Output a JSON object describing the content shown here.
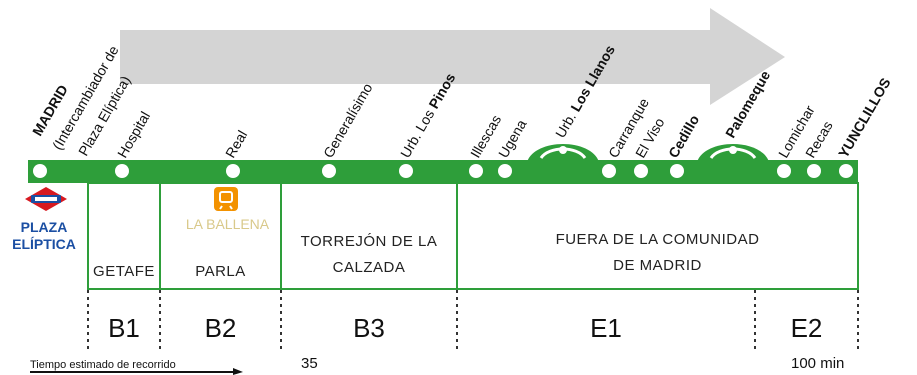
{
  "route": {
    "origin_stop": "MADRID",
    "stops": [
      {
        "line1": "MADRID",
        "line2": "(Intercambiador de",
        "line3": "Plaza Elíptica)"
      },
      {
        "label": "Hospital"
      },
      {
        "label": "Real"
      },
      {
        "label": "Generalísimo"
      },
      {
        "prefix": "Urb. Los ",
        "bold": "Pinos"
      },
      {
        "label": "Illescas"
      },
      {
        "label": "Ugena"
      },
      {
        "prefix": "Urb. ",
        "bold": "Los Llanos"
      },
      {
        "label": "Carranque"
      },
      {
        "label": "El Viso"
      },
      {
        "label": "Cedillo"
      },
      {
        "label": "Palomeque"
      },
      {
        "label": "Lomichar"
      },
      {
        "label": "Recas"
      },
      {
        "label": "YUNCLILLOS"
      }
    ]
  },
  "metro": {
    "line1": "PLAZA",
    "line2": "ELÍPTICA",
    "logo_text": "Metro"
  },
  "zones": [
    {
      "text": "GETAFE"
    },
    {
      "text": "PARLA",
      "station": "LA BALLENA"
    },
    {
      "line1": "TORREJÓN DE LA",
      "line2": "CALZADA"
    },
    {
      "line1": "FUERA DE  LA COMUNIDAD",
      "line2": "DE MADRID"
    }
  ],
  "fare_zones": [
    "B1",
    "B2",
    "B3",
    "E1",
    "E2"
  ],
  "travel_time": {
    "label": "Tiempo estimado de recorrido",
    "mid": "35",
    "end": "100 min"
  },
  "colors": {
    "route_green": "#2e9e3a",
    "arrow_gray": "#d4d4d4",
    "metro_red": "#d71920",
    "metro_blue": "#1b4fa3",
    "ballena_orange": "#f39200",
    "ballena_text": "#d9c98a"
  }
}
